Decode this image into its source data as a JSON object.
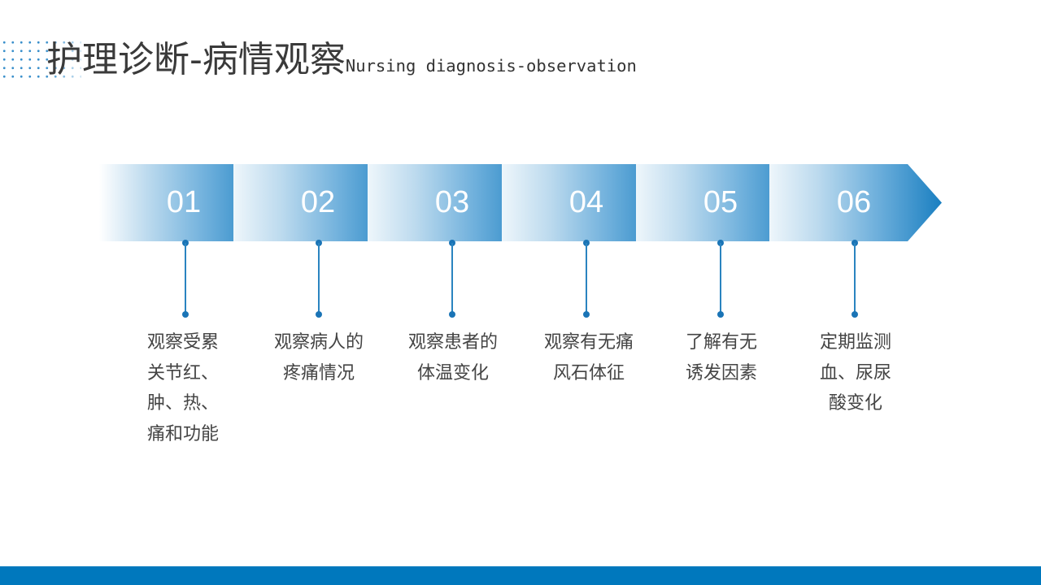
{
  "header": {
    "title_cn": "护理诊断-病情观察",
    "title_en": "Nursing diagnosis-observation"
  },
  "colors": {
    "accent": "#1a7fc1",
    "accent_light": "#e8f2fa",
    "bottom_bar": "#0078bd",
    "text": "#444444"
  },
  "steps": [
    {
      "number": "01",
      "lines": [
        "观察受累",
        "关节红、",
        "肿、热、",
        "痛和功能"
      ]
    },
    {
      "number": "02",
      "lines": [
        "观察病人的",
        "疼痛情况"
      ]
    },
    {
      "number": "03",
      "lines": [
        "观察患者的",
        "体温变化"
      ]
    },
    {
      "number": "04",
      "lines": [
        "观察有无痛",
        "风石体征"
      ]
    },
    {
      "number": "05",
      "lines": [
        "了解有无",
        "诱发因素"
      ]
    },
    {
      "number": "06",
      "lines": [
        "定期监测",
        "血、尿尿",
        "酸变化"
      ]
    }
  ]
}
